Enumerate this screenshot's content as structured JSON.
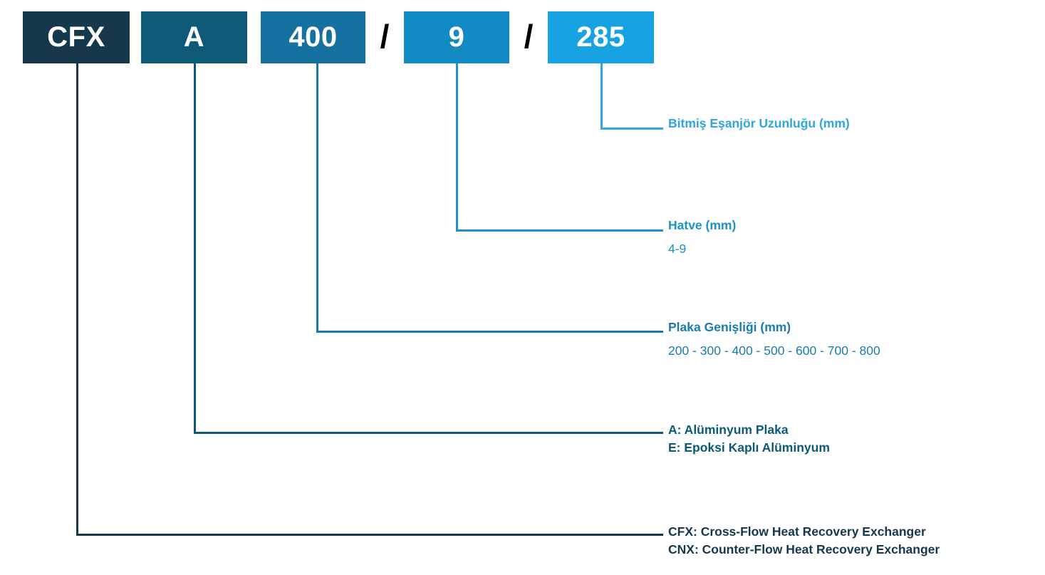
{
  "page": {
    "background": "#ffffff"
  },
  "product_code": {
    "separator": "/",
    "separator_color": "#000000",
    "box_text_color": "#ffffff",
    "segments": [
      {
        "key": "series",
        "value": "CFX",
        "box_color": "#16384d"
      },
      {
        "key": "material",
        "value": "A",
        "box_color": "#0c5a78"
      },
      {
        "key": "plate-width",
        "value": "400",
        "box_color": "#15719f"
      },
      {
        "key": "pitch",
        "value": "9",
        "box_color": "#128ac4"
      },
      {
        "key": "finished-length",
        "value": "285",
        "box_color": "#17a3e3"
      }
    ]
  },
  "legend": [
    {
      "key": "finished-length",
      "title": "Bitmiş Eşanjör Uzunluğu (mm)",
      "color": "#2ea6e4"
    },
    {
      "key": "pitch",
      "title": "Hatve (mm)",
      "values": "4-9",
      "color": "#1e90cb"
    },
    {
      "key": "plate-width",
      "title": "Plaka Genişliği (mm)",
      "values": "200 - 300 - 400 - 500 - 600 - 700 - 800",
      "color": "#1a7cad"
    },
    {
      "key": "material",
      "title": "A: Alüminyum Plaka",
      "title2": "E: Epoksi Kaplı Alüminyum",
      "color": "#0c5a78"
    },
    {
      "key": "series",
      "title": "CFX: Cross-Flow Heat Recovery Exchanger",
      "title2": "CNX: Counter-Flow Heat Recovery Exchanger",
      "color": "#16384d"
    }
  ]
}
